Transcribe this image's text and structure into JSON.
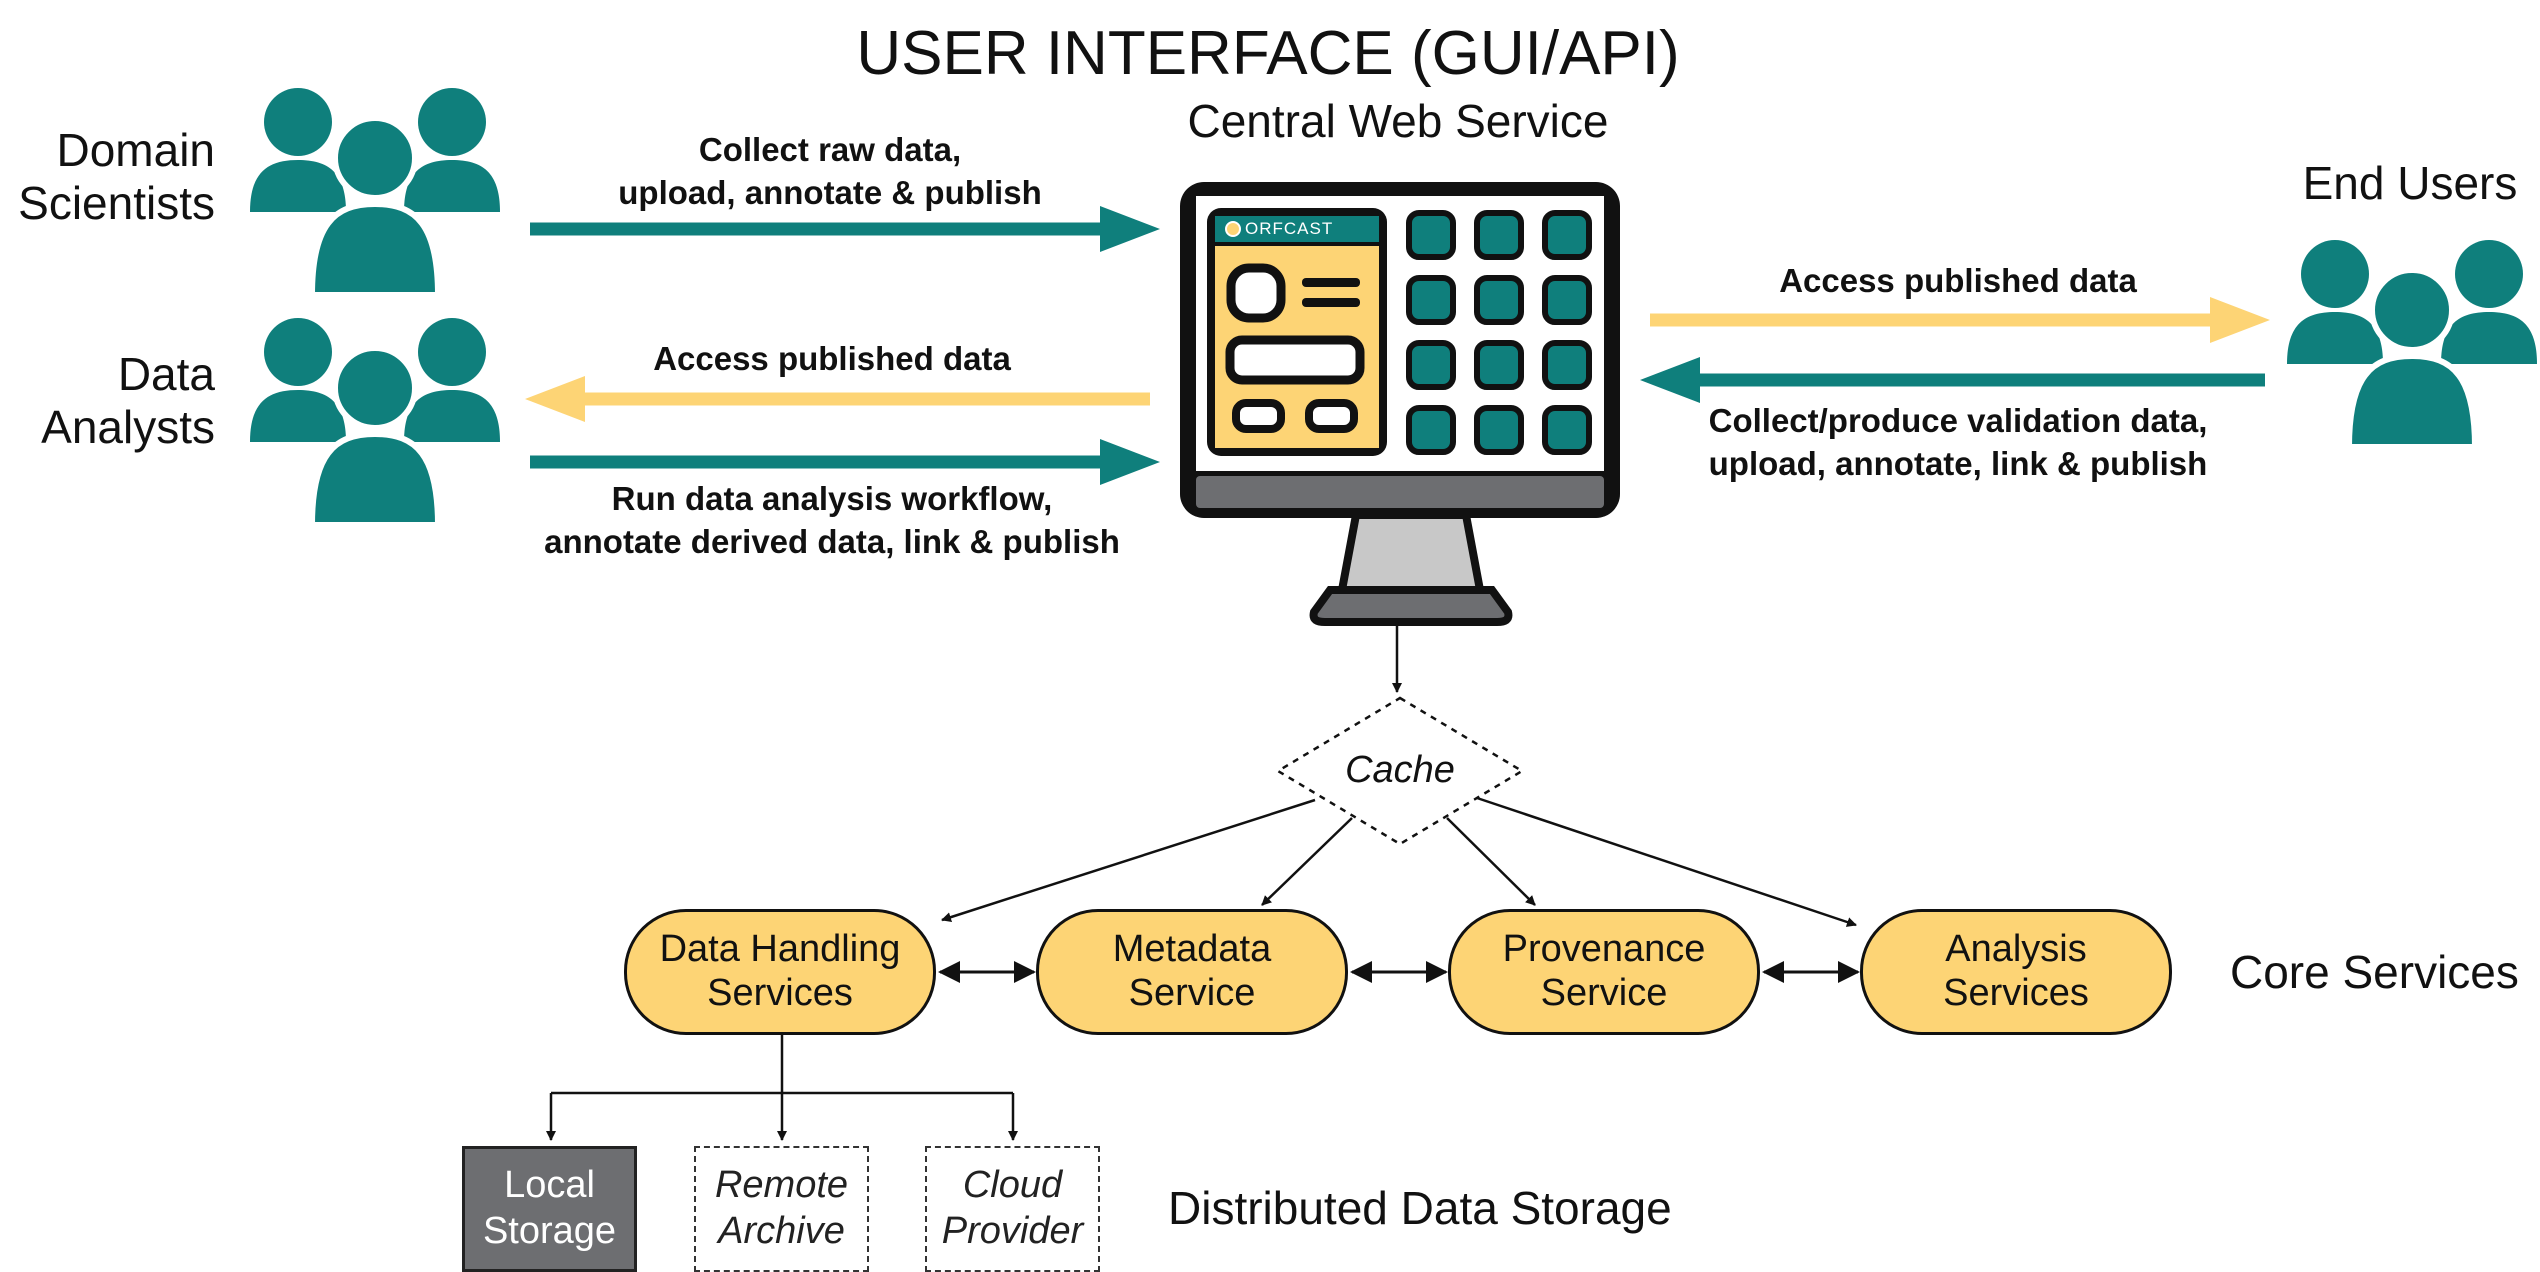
{
  "title": "USER INTERFACE (GUI/API)",
  "central_label": "Central Web Service",
  "app_logo_text": "ORFCAST",
  "actors": {
    "domain_scientists": "Domain\nScientists",
    "data_analysts": "Data\nAnalysts",
    "end_users": "End Users"
  },
  "flows": {
    "scientists_upload": "Collect raw data,\nupload, annotate & publish",
    "analysts_access": "Access published data",
    "analysts_workflow": "Run data analysis workflow,\nannotate derived data, link & publish",
    "endusers_access": "Access published data",
    "endusers_collect": "Collect/produce validation data,\nupload, annotate, link & publish"
  },
  "cache_label": "Cache",
  "core_services_label": "Core Services",
  "services": [
    "Data Handling\nServices",
    "Metadata\nService",
    "Provenance\nService",
    "Analysis\nServices"
  ],
  "storage_label": "Distributed Data Storage",
  "storage": [
    "Local\nStorage",
    "Remote\nArchive",
    "Cloud\nProvider"
  ],
  "colors": {
    "teal": "#0f7f7c",
    "yellow": "#fdd475",
    "dark_gray": "#6d6e71",
    "screen_gray": "#c8c8c8"
  }
}
